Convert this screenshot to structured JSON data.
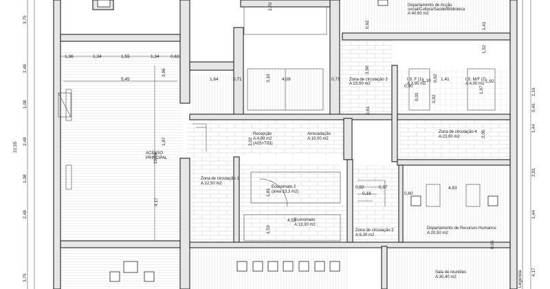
{
  "rooms": {
    "dept_accao": [
      "Departamento de Acção",
      "social/Cultura/Saúde/Biblioteca",
      "A:40,60 m2"
    ],
    "zona3": [
      "Zona de circulação 3",
      "A:23,00 m2"
    ],
    "is_f": [
      "I.S. F (1)",
      "A:3.95 m2"
    ],
    "is_mf": [
      "I.S. M/F (2)",
      "A:4,00 m2"
    ],
    "rececao": [
      "Recepção",
      "A:4,89 m2",
      "(A05+T03)"
    ],
    "arrecadacao": [
      "Arrecadação",
      "A:10,00 m2"
    ],
    "zona4": [
      "Zona de circulação 4",
      "A:23,00 m2"
    ],
    "acesso": [
      "ACESSO",
      "PRINCIPAL"
    ],
    "zona1": [
      "Zona de circulação 1",
      "A:12,50 m2"
    ],
    "economato2": [
      "Economato 2",
      "(área 13,3 m2)"
    ],
    "economato": [
      "Economato",
      "A:13,30 m2"
    ],
    "zona2": [
      "Zona de circulação 2",
      "A:6,30 m2"
    ],
    "dept_rh": [
      "Departamento de Recursos Humanos",
      "A:20,50 m2"
    ],
    "reunioes": [
      "Sala de reuniões",
      "A:30,40 m2"
    ]
  },
  "dims": {
    "top_row": [
      "1,36",
      "1,34",
      "1,55",
      "1,34",
      "0,63"
    ],
    "d_545": "5,45",
    "d_396": "3,96",
    "d_370": "3,70",
    "d_310": "3,10",
    "d_409": "4,09",
    "d_164": "1,64",
    "d_071a": "0,71",
    "d_071b": "0,71",
    "d_350": "3,50",
    "d_062": "0,62",
    "d_141a": "1,41",
    "d_152": "1,52",
    "d_110": "1,10",
    "d_090": "0,90",
    "d_141b": "1,41",
    "d_062b": "0,62",
    "d_192": "1,92",
    "d_092": "0,92",
    "d_001": "0,01",
    "d_197": "1,97",
    "d_061": "0,61",
    "d_187": "1,87",
    "d_1000": "10,00",
    "d_202": "2,02",
    "d_205": "2,05",
    "d_417a": "4,17",
    "d_181": "1,81",
    "d_092b": "0,92",
    "d_087": "0,87",
    "d_018": "0,18",
    "d_060": "0,60",
    "d_483": "4,83",
    "d_452": "4,52",
    "d_153": "1,53",
    "d_005": "0,05",
    "left": [
      "3,75",
      "2,48",
      "1,08",
      "2,48",
      "1,08",
      "2,48",
      "3,75"
    ],
    "total": "22,55",
    "right": [
      "1,16",
      "0,46",
      "1,44",
      "2,81",
      "1,44",
      "4,17"
    ]
  },
  "legend_note": "Legenda"
}
